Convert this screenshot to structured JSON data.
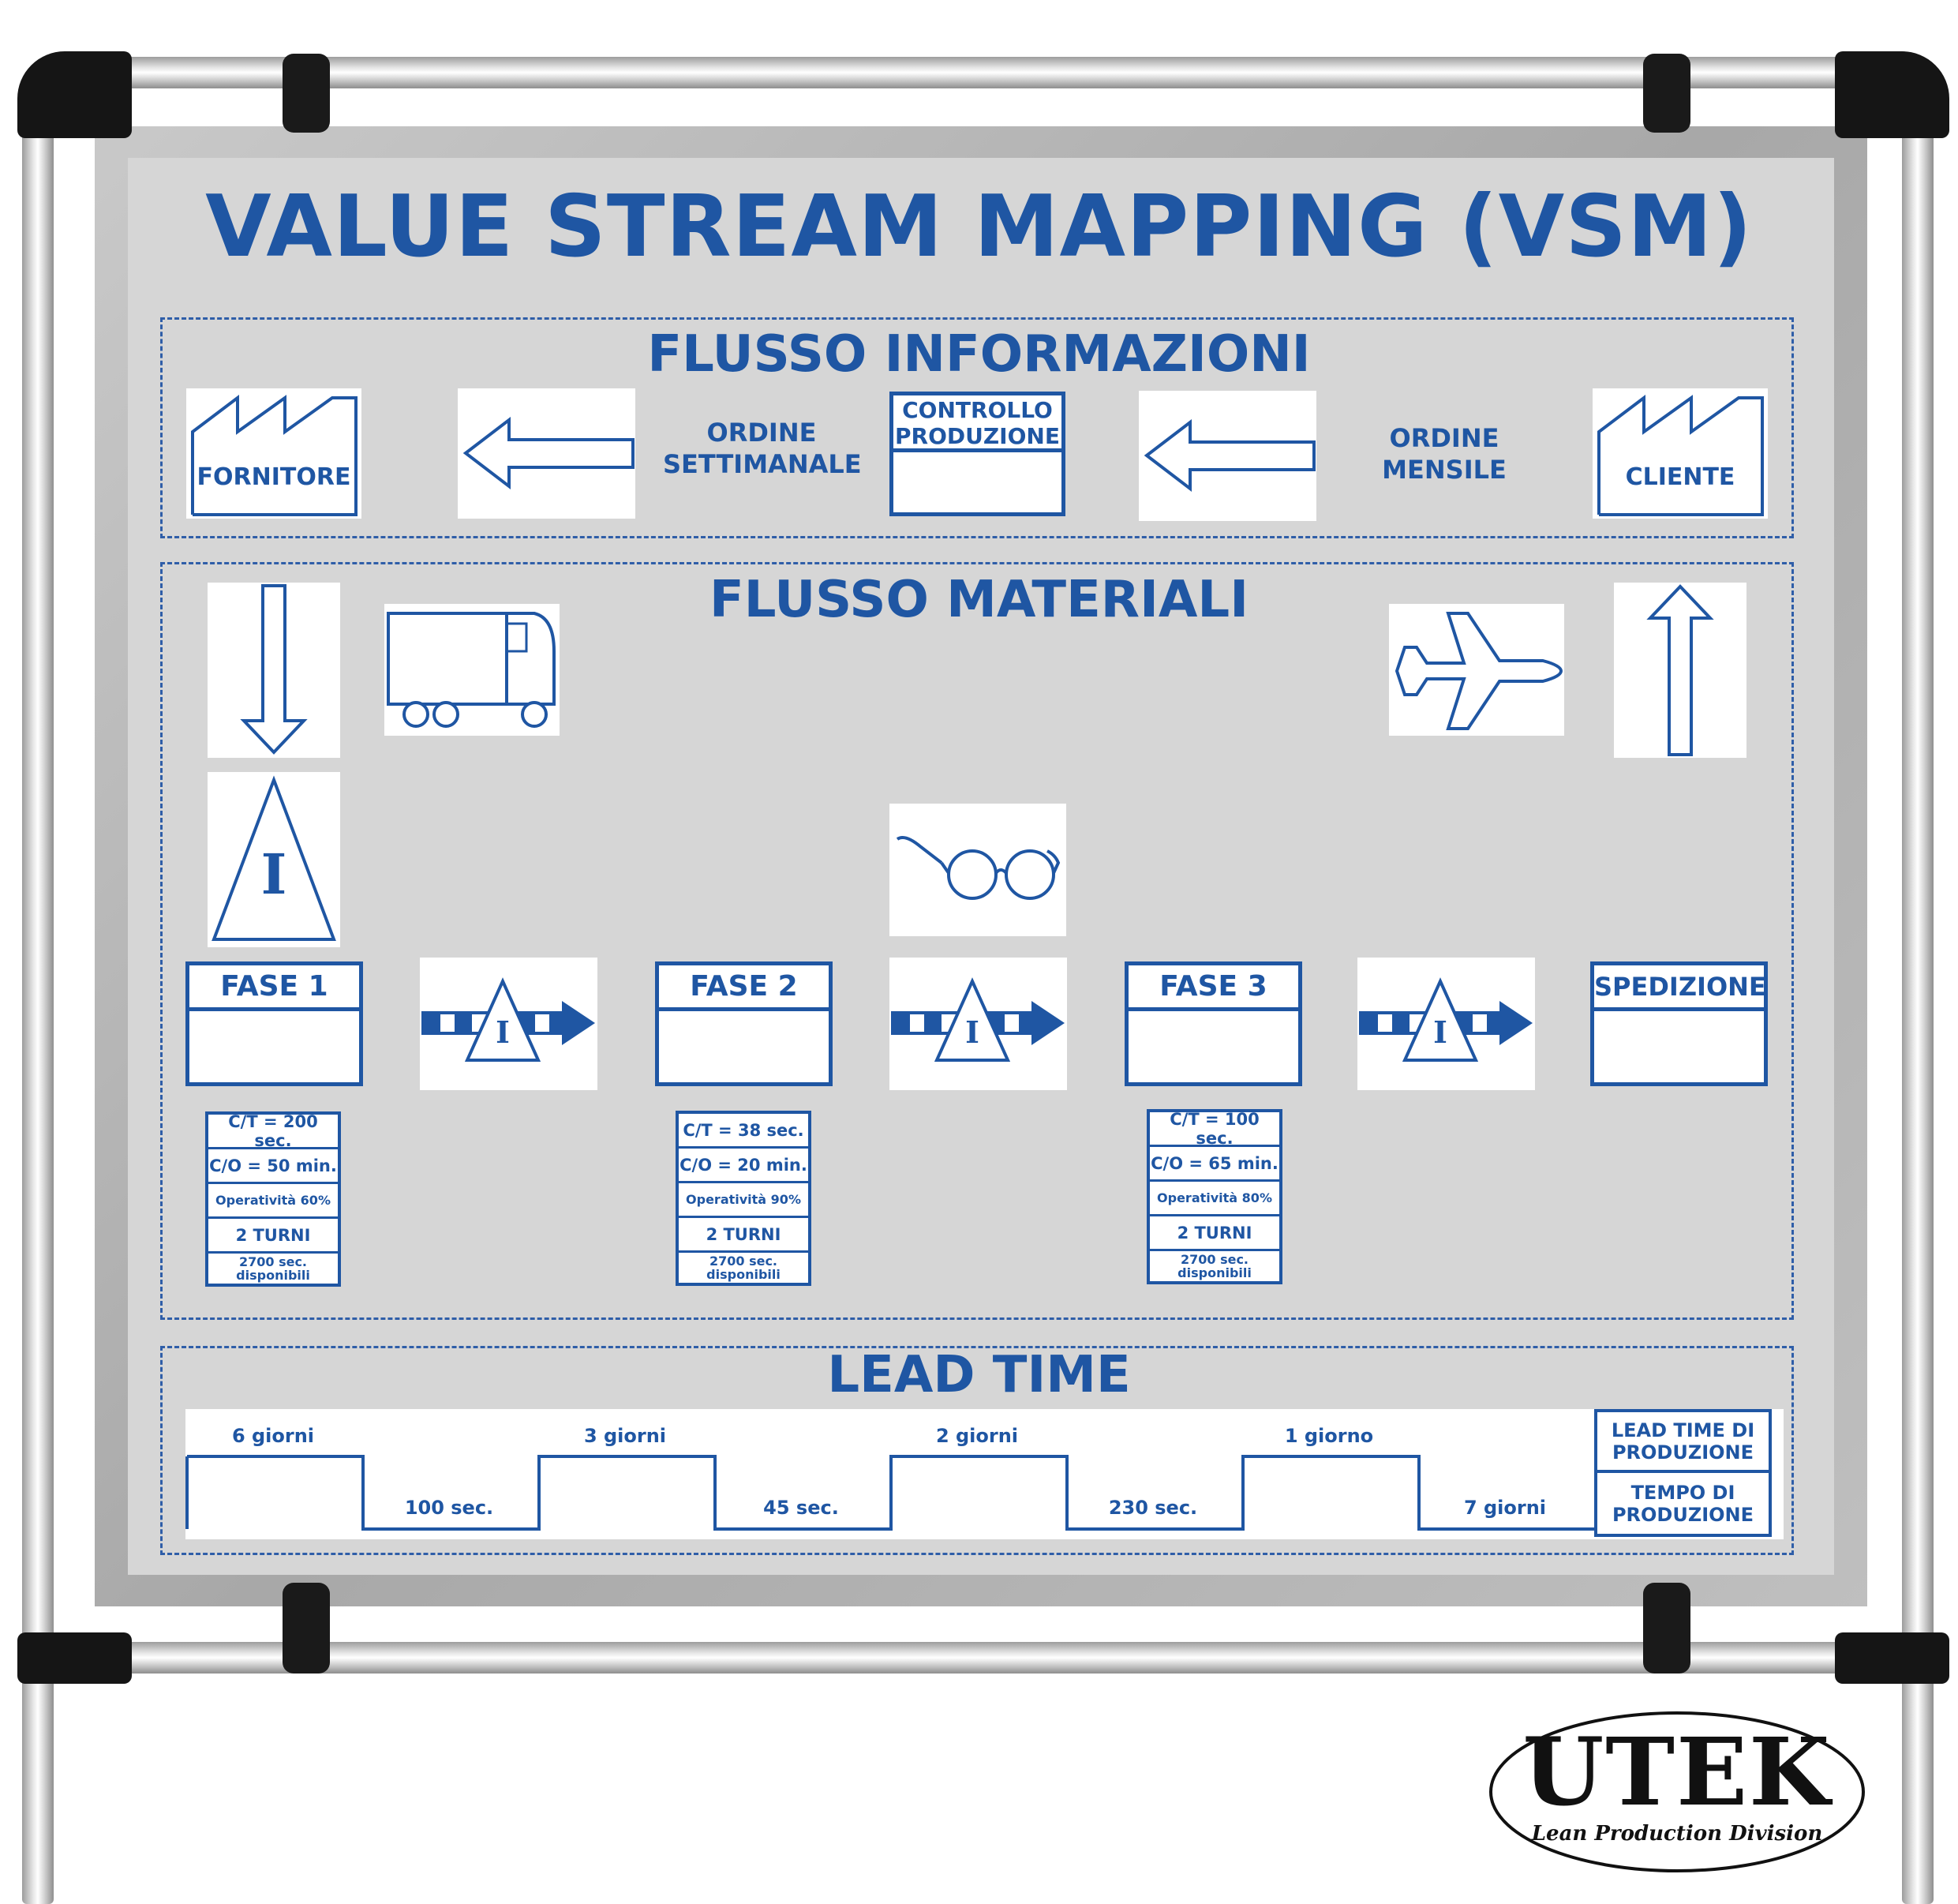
{
  "title": "VALUE STREAM MAPPING (VSM)",
  "sections": {
    "info": "FLUSSO INFORMAZIONI",
    "material": "FLUSSO MATERIALI",
    "lead": "LEAD TIME"
  },
  "info_flow": {
    "supplier": "FORNITORE",
    "customer": "CLIENTE",
    "weekly_order": [
      "ORDINE",
      "SETTIMANALE"
    ],
    "monthly_order": [
      "ORDINE",
      "MENSILE"
    ],
    "control": [
      "CONTROLLO",
      "PRODUZIONE"
    ]
  },
  "inventory_letter": "I",
  "phases": [
    {
      "name": "FASE 1",
      "ct": "C/T = 200 sec.",
      "co": "C/O = 50 min.",
      "uptime": "Operatività 60%",
      "shifts": "2 TURNI",
      "available": [
        "2700 sec.",
        "disponibili"
      ]
    },
    {
      "name": "FASE 2",
      "ct": "C/T = 38 sec.",
      "co": "C/O = 20 min.",
      "uptime": "Operatività 90%",
      "shifts": "2 TURNI",
      "available": [
        "2700 sec.",
        "disponibili"
      ]
    },
    {
      "name": "FASE 3",
      "ct": "C/T = 100 sec.",
      "co": "C/O = 65 min.",
      "uptime": "Operatività 80%",
      "shifts": "2 TURNI",
      "available": [
        "2700 sec.",
        "disponibili"
      ]
    }
  ],
  "shipping": "SPEDIZIONE",
  "lead_time": {
    "waits": [
      "6 giorni",
      "3 giorni",
      "2 giorni",
      "1 giorno"
    ],
    "process": [
      "100 sec.",
      "45 sec.",
      "230 sec.",
      "7 giorni"
    ],
    "box_top": [
      "LEAD TIME DI",
      "PRODUZIONE"
    ],
    "box_bottom": [
      "TEMPO DI",
      "PRODUZIONE"
    ]
  },
  "logo": {
    "name": "UTEK",
    "tagline": "Lean Production Division"
  },
  "colors": {
    "accent": "#1f56a3",
    "board": "#d6d6d6"
  },
  "icons": [
    "factory-icon",
    "left-arrow-icon",
    "down-arrow-icon",
    "up-arrow-icon",
    "truck-icon",
    "airplane-icon",
    "glasses-icon",
    "inventory-triangle-icon",
    "push-arrow-icon"
  ]
}
